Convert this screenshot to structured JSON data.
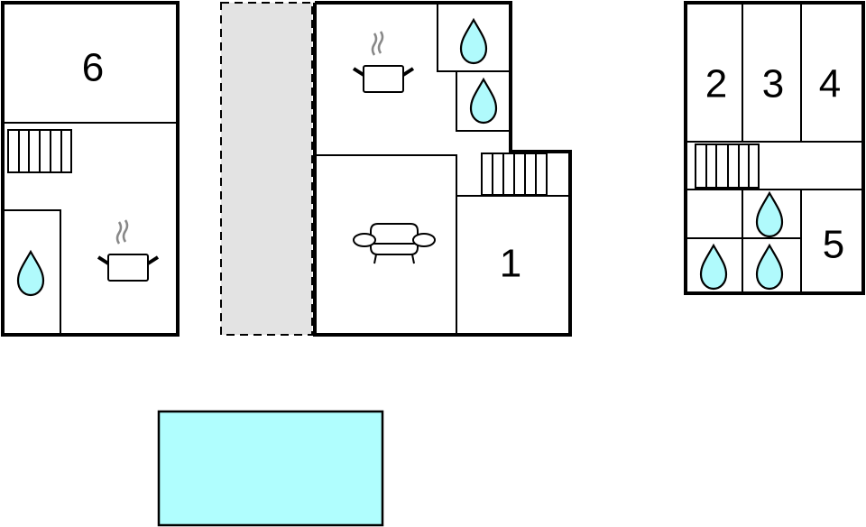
{
  "colors": {
    "water": "#b0fafc",
    "pool": "#b0fefe",
    "terrace": "#e3e3e3",
    "wall": "#000000",
    "steam": "#888888"
  },
  "rooms": {
    "left_building": {
      "bedroom_label": "6"
    },
    "middle_building": {
      "bedroom_label": "1"
    },
    "right_building": {
      "bedroom_labels": [
        "2",
        "3",
        "4",
        "5"
      ]
    }
  },
  "icons": {
    "water": "water-drop-icon",
    "kitchen": "cooking-pot-icon",
    "living": "sofa-icon",
    "stairs": "staircase-icon"
  },
  "areas": {
    "terrace": "terrace",
    "pool": "pool"
  }
}
